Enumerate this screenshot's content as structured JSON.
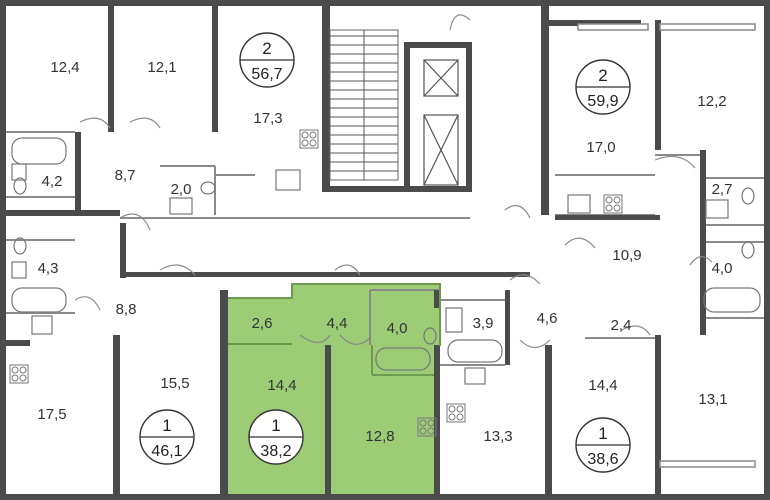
{
  "colors": {
    "wall": "#4b4b4b",
    "thin_wall": "#8a8a8a",
    "highlight": "#9ccc76",
    "highlight_wall": "#6e9a4e",
    "background": "#ffffff",
    "text": "#333333"
  },
  "rooms": {
    "r_12_4": "12,4",
    "r_12_1": "12,1",
    "r_17_3": "17,3",
    "r_4_2": "4,2",
    "r_8_7": "8,7",
    "r_2_0": "2,0",
    "r_4_3": "4,3",
    "r_8_8": "8,8",
    "r_15_5": "15,5",
    "r_17_5": "17,5",
    "r_2_6": "2,6",
    "r_4_4": "4,4",
    "r_4_0a": "4,0",
    "r_14_4a": "14,4",
    "r_12_8": "12,8",
    "r_3_9": "3,9",
    "r_4_6": "4,6",
    "r_2_4": "2,4",
    "r_13_3": "13,3",
    "r_14_4b": "14,4",
    "r_13_1": "13,1",
    "r_17_0": "17,0",
    "r_12_2": "12,2",
    "r_2_7": "2,7",
    "r_10_9": "10,9",
    "r_4_0b": "4,0"
  },
  "apartments": [
    {
      "rooms": "2",
      "area": "56,7"
    },
    {
      "rooms": "2",
      "area": "59,9"
    },
    {
      "rooms": "1",
      "area": "46,1"
    },
    {
      "rooms": "1",
      "area": "38,2"
    },
    {
      "rooms": "1",
      "area": "38,6"
    }
  ]
}
